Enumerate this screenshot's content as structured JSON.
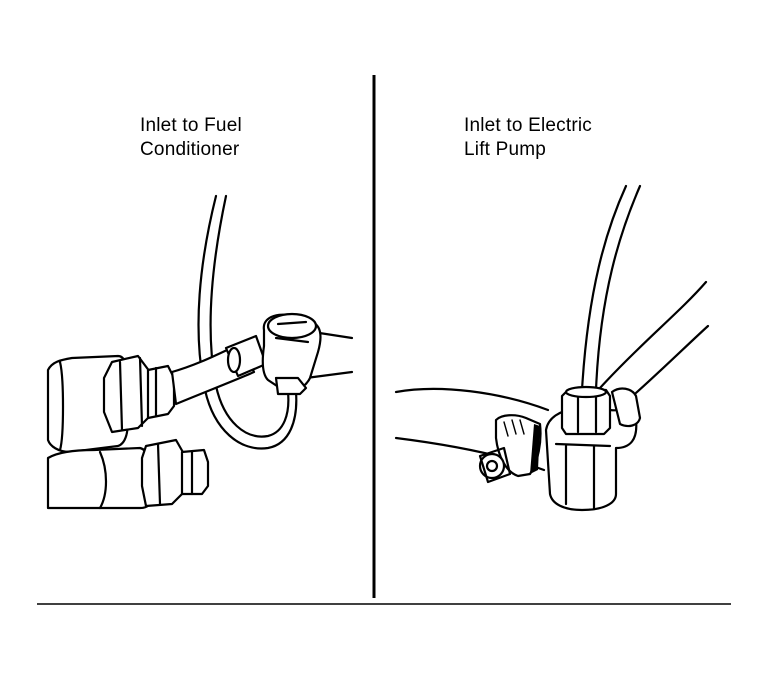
{
  "panels": {
    "left": {
      "caption_line1": "Inlet to Fuel",
      "caption_line2": "Conditioner"
    },
    "right": {
      "caption_line1": "Inlet to Electric",
      "caption_line2": "Lift Pump"
    }
  }
}
